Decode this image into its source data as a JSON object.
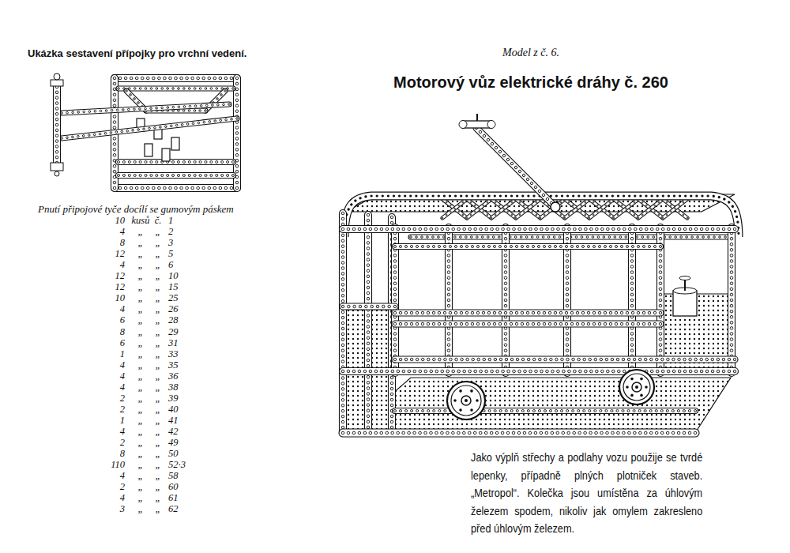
{
  "diagram": {
    "title": "Motorový vůz elektrické dráhy č. 260",
    "caption": "Jako výplň střechy a podlahy vozu použije se tvrdé lepenky, případně plných plotniček staveb. „Metropol“. Kolečka jsou umístěna za úhlovým železem spodem, nikoliv jak omylem zakresleno před úhlovým železem.",
    "labels": [
      "Ukázka sestavení přípojky pro vrchní vedení.",
      "Model z č. 6.",
      "Pnutí připojové tyče docílí se gumovým páskem",
      "10",
      "kusů",
      "č.",
      "1",
      "4",
      "„",
      "„",
      "2",
      "8",
      "„",
      "„",
      "3",
      "12",
      "„",
      "„",
      "5",
      "4",
      "„",
      "„",
      "6",
      "12",
      "„",
      "„",
      "10",
      "12",
      "„",
      "„",
      "15",
      "10",
      "„",
      "„",
      "25",
      "4",
      "„",
      "„",
      "26",
      "6",
      "„",
      "„",
      "28",
      "8",
      "„",
      "„",
      "29",
      "6",
      "„",
      "„",
      "31",
      "1",
      "„",
      "„",
      "33",
      "4",
      "„",
      "„",
      "35",
      "4",
      "„",
      "„",
      "36",
      "4",
      "„",
      "„",
      "38",
      "2",
      "„",
      "„",
      "39",
      "2",
      "„",
      "„",
      "40",
      "1",
      "„",
      "„",
      "41",
      "4",
      "„",
      "„",
      "42",
      "2",
      "„",
      "„",
      "49",
      "8",
      "„",
      "„",
      "50",
      "110",
      "„",
      "„",
      "52·3",
      "4",
      "„",
      "„",
      "58",
      "2",
      "„",
      "„",
      "60",
      "4",
      "„",
      "„",
      "61",
      "3",
      "„",
      "„",
      "62"
    ]
  }
}
